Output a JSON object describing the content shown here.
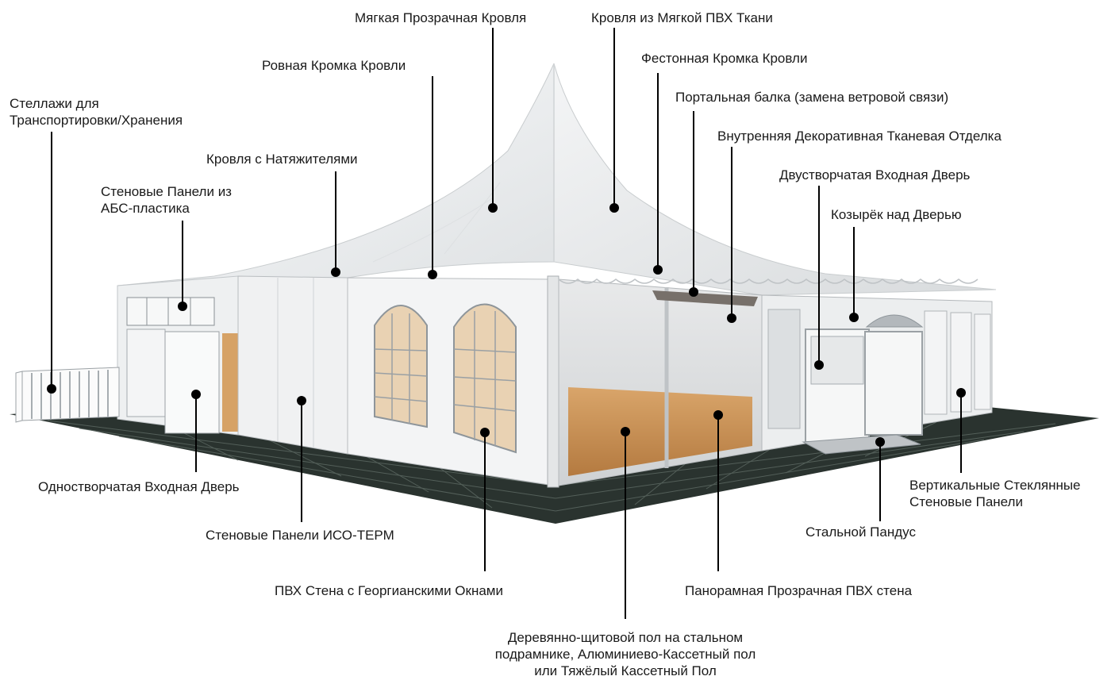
{
  "labels": {
    "soft_transparent_roof": "Мягкая Прозрачная Кровля",
    "pvc_fabric_roof": "Кровля из Мягкой ПВХ Ткани",
    "even_roof_edge": "Ровная Кромка Кровли",
    "scalloped_roof_edge": "Фестонная Кромка Кровли",
    "portal_beam": "Портальная балка (замена ветровой связи)",
    "storage_racks_line1": "Стеллажи для",
    "storage_racks_line2": "Транспортировки/Хранения",
    "interior_lining": "Внутренняя Декоративная Тканевая Отделка",
    "tensioner_roof": "Кровля с Натяжителями",
    "double_door": "Двустворчатая Входная Дверь",
    "abs_panels_line1": "Стеновые Панели из",
    "abs_panels_line2": "АБС-пластика",
    "door_canopy": "Козырёк над Дверью",
    "single_door": "Одностворчатая Входная Дверь",
    "iso_term_panels": "Стеновые Панели ИСО-ТЕРМ",
    "vertical_glass_line1": "Вертикальные Стеклянные",
    "vertical_glass_line2": "Стеновые Панели",
    "steel_ramp": "Стальной Пандус",
    "georgian_windows": "ПВХ Стена с Георгианскими Окнами",
    "panoramic_wall": "Панорамная Прозрачная ПВХ стена",
    "floor_line1": "Деревянно-щитовой пол на стальном",
    "floor_line2": "подрамнике, Алюминиево-Кассетный пол",
    "floor_line3": "или Тяжёлый Кассетный Пол"
  },
  "colors": {
    "text": "#1a1a1a",
    "leader": "#000000",
    "ground": "#2a332f",
    "ground_grid": "#5a6660",
    "roof": "#f2f3f4",
    "wall": "#e9eaeb",
    "floor": "#c98f52"
  }
}
